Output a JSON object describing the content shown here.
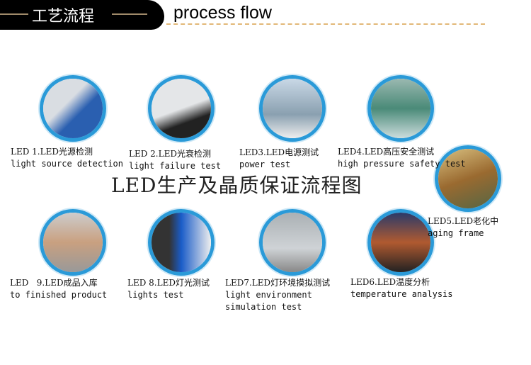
{
  "header": {
    "title_cn": "工艺流程",
    "title_en": "process flow"
  },
  "main_title": "LED生产及晶质保证流程图",
  "steps": [
    {
      "cn": "LED  1.LED光源检测",
      "en": "light source detection"
    },
    {
      "cn": "LED 2.LED光衰检测",
      "en": "light failure test"
    },
    {
      "cn": "LED3.LED电源测试",
      "en": "power test"
    },
    {
      "cn": "LED4.LED高压安全测试",
      "en": "high pressure safety test"
    },
    {
      "cn": "LED5.LED老化中",
      "en": "aging frame"
    },
    {
      "cn": "LED6.LED温度分析",
      "en": "temperature analysis"
    },
    {
      "cn": "LED7.LED灯环境摸拟测试",
      "en": "light environment",
      "en2": "simulation test"
    },
    {
      "cn": "LED 8.LED灯光测试",
      "en": "lights test"
    },
    {
      "cn": "LED   9.LED成品入库",
      "en": "to finished product"
    }
  ]
}
